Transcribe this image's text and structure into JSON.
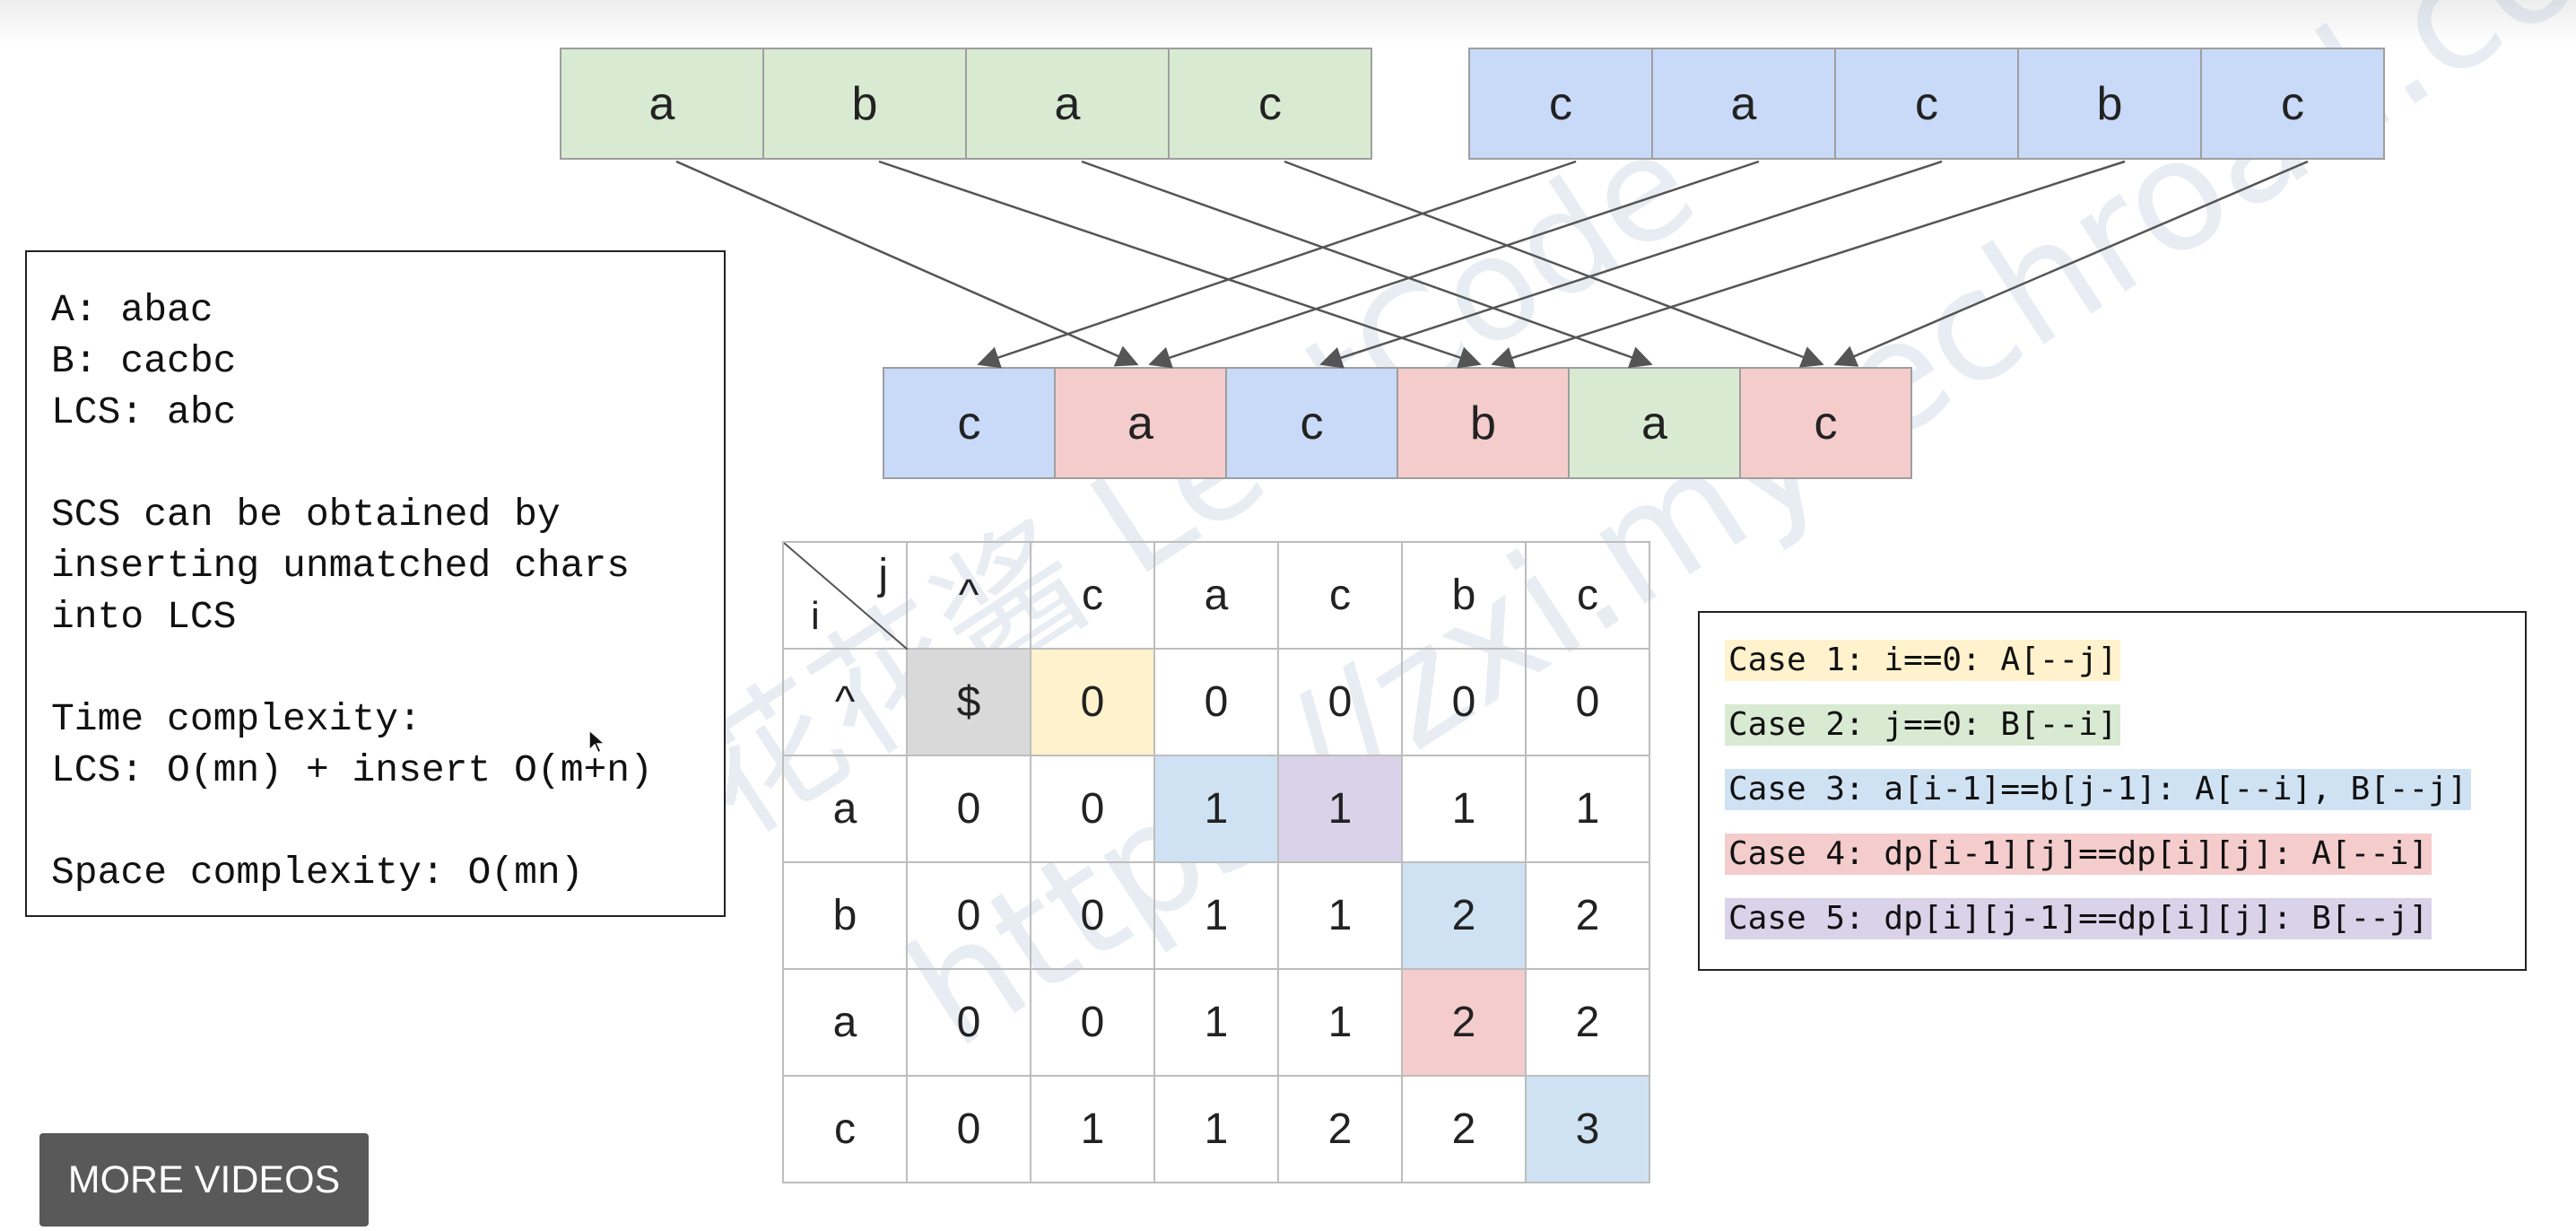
{
  "string_a": [
    "a",
    "b",
    "a",
    "c"
  ],
  "string_b": [
    "c",
    "a",
    "c",
    "b",
    "c"
  ],
  "scs": [
    "c",
    "a",
    "c",
    "b",
    "a",
    "c"
  ],
  "scs_sources": [
    "B",
    "A",
    "B",
    "A",
    "A",
    "A"
  ],
  "info_box": {
    "lines": [
      "A: abac",
      "B: cacbc",
      "LCS: abc",
      "",
      "SCS can be obtained by",
      "inserting unmatched chars",
      "into LCS",
      "",
      "Time complexity:",
      "LCS: O(mn) + insert O(m+n)",
      "",
      "Space complexity: O(mn)"
    ]
  },
  "dp_table": {
    "corner_j": "j",
    "corner_i": "i",
    "col_headers": [
      "^",
      "c",
      "a",
      "c",
      "b",
      "c"
    ],
    "row_headers": [
      "^",
      "a",
      "b",
      "a",
      "c"
    ],
    "rows": [
      [
        "$",
        "0",
        "0",
        "0",
        "0",
        "0"
      ],
      [
        "0",
        "0",
        "1",
        "1",
        "1",
        "1"
      ],
      [
        "0",
        "0",
        "1",
        "1",
        "2",
        "2"
      ],
      [
        "0",
        "0",
        "1",
        "1",
        "2",
        "2"
      ],
      [
        "0",
        "1",
        "1",
        "2",
        "2",
        "3"
      ]
    ],
    "highlights": [
      {
        "row": 0,
        "col": 0,
        "color": "#d9d9d9"
      },
      {
        "row": 0,
        "col": 1,
        "color": "#fff2cc"
      },
      {
        "row": 1,
        "col": 2,
        "color": "#cfe2f3"
      },
      {
        "row": 1,
        "col": 3,
        "color": "#d9d2e9"
      },
      {
        "row": 2,
        "col": 4,
        "color": "#cfe2f3"
      },
      {
        "row": 3,
        "col": 4,
        "color": "#f4cccc"
      },
      {
        "row": 4,
        "col": 5,
        "color": "#cfe2f3"
      }
    ]
  },
  "cases": [
    {
      "text": "Case 1: i==0: A[--j]",
      "color": "#fff2cc"
    },
    {
      "text": "Case 2: j==0: B[--i]",
      "color": "#d9ead3"
    },
    {
      "text": "Case 3: a[i-1]==b[j-1]: A[--i], B[--j]",
      "color": "#cfe2f3"
    },
    {
      "text": "Case 4: dp[i-1][j]==dp[i][j]: A[--i]",
      "color": "#f4cccc"
    },
    {
      "text": "Case 5: dp[i][j-1]==dp[i][j]: B[--j]",
      "color": "#d9d2e9"
    }
  ],
  "colors": {
    "string_a": "#d9ead3",
    "string_b": "#c9daf8",
    "scs_from_a": "#f4cccc",
    "scs_from_b": "#c9daf8",
    "scs_unmatched_a": "#d9ead3"
  },
  "more_videos_label": "MORE VIDEOS",
  "watermark": {
    "line1": "https://zxi.mytechroad.com/blog/",
    "line2": "花花酱 LeetCode"
  }
}
